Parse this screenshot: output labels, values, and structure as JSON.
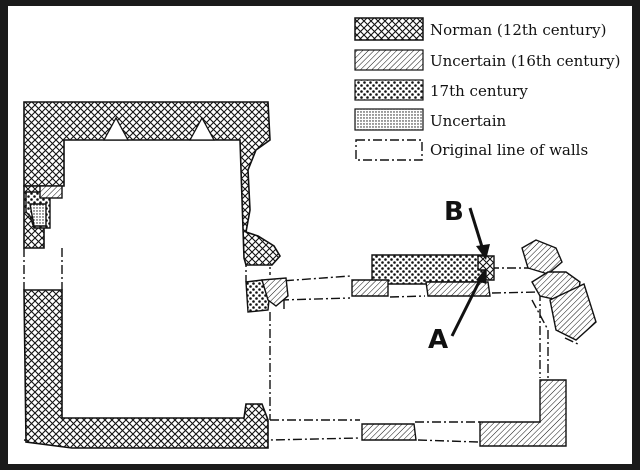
{
  "legend": {
    "items": [
      {
        "key": "norman",
        "label": "Norman (12th century)",
        "pattern": "crosshatch"
      },
      {
        "key": "uncertain16",
        "label": "Uncertain (16th century)",
        "pattern": "diagonal"
      },
      {
        "key": "c17",
        "label": "17th century",
        "pattern": "dots"
      },
      {
        "key": "uncertain",
        "label": "Uncertain",
        "pattern": "stipple"
      },
      {
        "key": "original",
        "label": "Original line of walls",
        "pattern": "dashdot"
      }
    ]
  },
  "markers": {
    "a": "A",
    "b": "B"
  },
  "colors": {
    "ink": "#111111",
    "paper": "#ffffff",
    "frame": "#1a1a1a"
  }
}
